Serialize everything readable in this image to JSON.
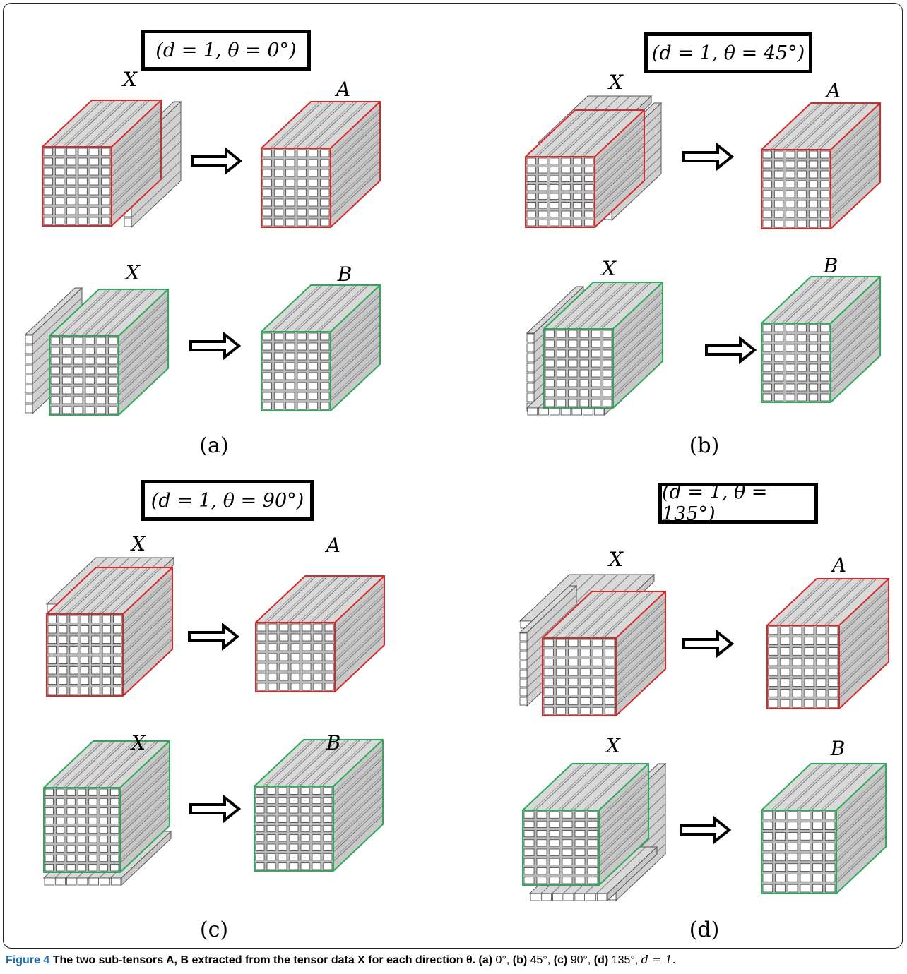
{
  "panels": [
    {
      "id": "a",
      "label": "(a)",
      "equation": "(d = 1, θ = 0°)",
      "top_source": "X",
      "top_target": "A",
      "bottom_source": "X",
      "bottom_target": "B"
    },
    {
      "id": "b",
      "label": "(b)",
      "equation": "(d = 1, θ = 45°)",
      "top_source": "X",
      "top_target": "A",
      "bottom_source": "X",
      "bottom_target": "B"
    },
    {
      "id": "c",
      "label": "(c)",
      "equation": "(d = 1, θ = 90°)",
      "top_source": "X",
      "top_target": "A",
      "bottom_source": "X",
      "bottom_target": "B"
    },
    {
      "id": "d",
      "label": "(d)",
      "equation": "(d = 1, θ = 135°)",
      "top_source": "X",
      "top_target": "A",
      "bottom_source": "X",
      "bottom_target": "B"
    }
  ],
  "caption": {
    "figure_label": "Figure 4",
    "text_bold": "The two sub-tensors A, B extracted from the tensor data X for each direction θ.",
    "a_key": "(a)",
    "a_val": " 0°, ",
    "b_key": "(b)",
    "b_val": " 45°, ",
    "c_key": "(c)",
    "c_val": " 90°, ",
    "d_key": "(d)",
    "d_val": " 135°, ",
    "tail": "d = 1."
  },
  "colors": {
    "sub_tensor_A": "#d42a2a",
    "sub_tensor_B": "#2ea85a",
    "bar_fill": "#d9d9d9",
    "bar_stroke": "#555555"
  }
}
